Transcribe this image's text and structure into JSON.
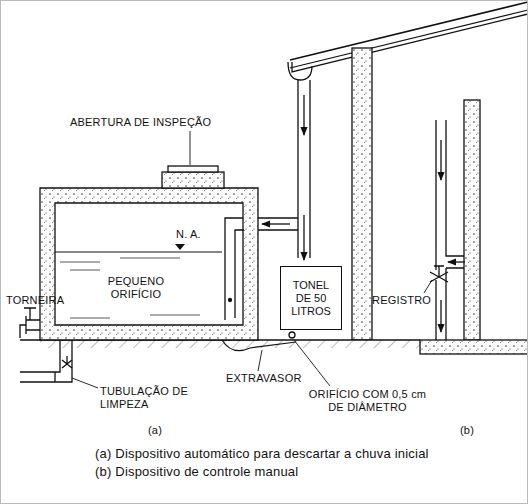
{
  "diagram": {
    "nodes": [
      {
        "text": [
          "TONEL DE 50 LITROS"
        ]
      }
    ],
    "labels": [
      "ABERTURA DE INSPEÇÃO",
      "N. A.",
      "TORNEIRA",
      "PEQUENO ORIFÍCIO",
      "REGISTRO",
      "TUBULAÇÃO DE LIMPEZA",
      "EXTRAVASOR",
      "ORIFÍCIO COM 0,5 cm DE DIÂMETRO",
      "(a)",
      "(b)",
      "(a) Dispositivo automático para descartar a chuva inicial",
      "(b) Dispositivo de controle manual"
    ]
  }
}
